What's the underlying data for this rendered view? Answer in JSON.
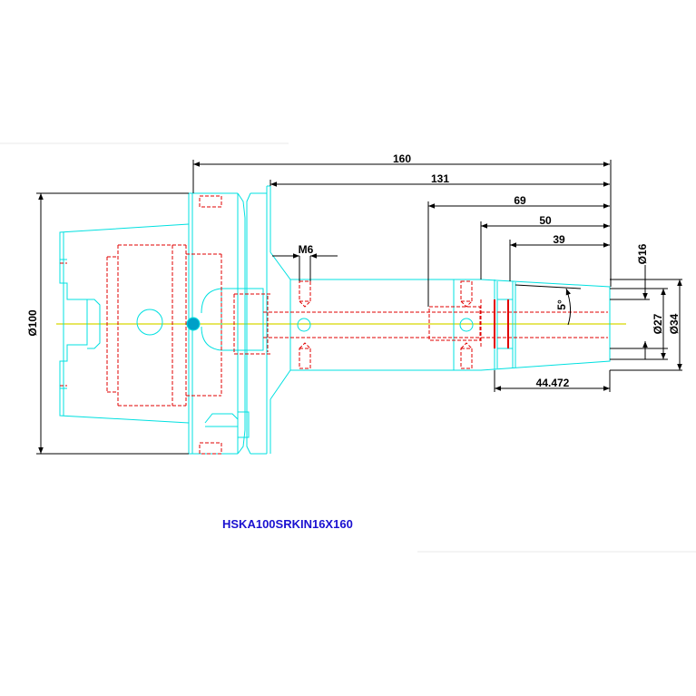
{
  "dimensions": {
    "overall_length": "160",
    "length_131": "131",
    "length_69": "69",
    "length_50": "50",
    "length_39": "39",
    "thread": "M6",
    "flange_diameter": "Ø100",
    "bore_diameter": "Ø16",
    "taper_angle": "5°",
    "diameter_27": "Ø27",
    "diameter_34": "Ø34",
    "taper_length": "44.472"
  },
  "title": "HSKA100SRKIN16X160",
  "colors": {
    "outline": "#00e0e0",
    "hidden": "#e00000",
    "dimension": "#000000",
    "centerline": "#d8d800",
    "title": "#1a10d0",
    "center_mark": "#00a0c8"
  }
}
